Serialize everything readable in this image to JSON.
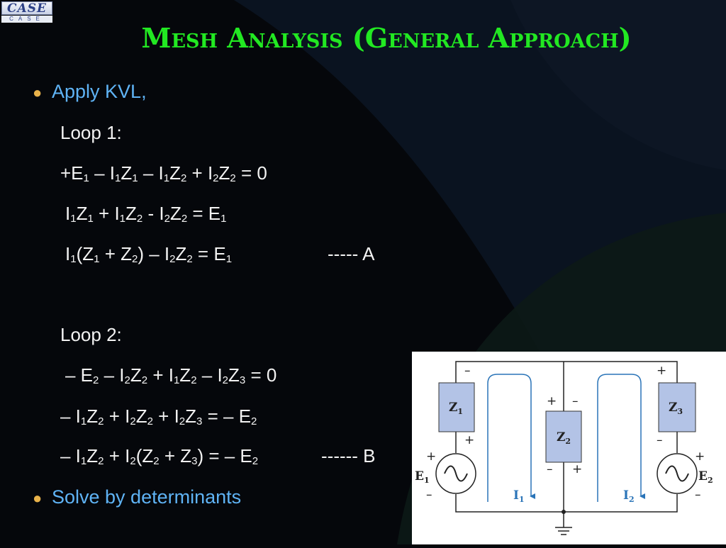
{
  "logo": {
    "main": "CASE",
    "sub": "CASE"
  },
  "title": "Mesh Analysis (General Approach)",
  "bullets": [
    {
      "text": "Apply KVL,"
    },
    {
      "text": "Solve by determinants"
    }
  ],
  "loop1": {
    "label": "Loop 1:",
    "eq1": {
      "a": "+E",
      "a1": "1",
      "b": " – I",
      "b1": "1",
      "c": "Z",
      "c1": "1",
      "d": " – I",
      "d1": "1",
      "e": "Z",
      "e1": "2",
      "f": " + I",
      "f1": "2",
      "g": "Z",
      "g1": "2",
      "h": " = 0"
    },
    "eq2": {
      "a": "I",
      "a1": "1",
      "b": "Z",
      "b1": "1",
      "c": " + I",
      "c1": "1",
      "d": "Z",
      "d1": "2",
      "e": " - I",
      "e1": "2",
      "f": "Z",
      "f1": "2",
      "g": " = E",
      "g1": "1"
    },
    "eq3": {
      "a": "I",
      "a1": "1",
      "b": "(Z",
      "b1": "1",
      "c": " + Z",
      "c1": "2",
      "d": ") – I",
      "d1": "2",
      "e": "Z",
      "e1": "2",
      "f": " = E",
      "f1": "1"
    },
    "tag": "----- A"
  },
  "loop2": {
    "label": "Loop 2:",
    "eq1": {
      "a": "– E",
      "a1": "2",
      "b": " – I",
      "b1": "2",
      "c": "Z",
      "c1": "2",
      "d": " + I",
      "d1": "1",
      "e": "Z",
      "e1": "2",
      "f": " – I",
      "f1": "2",
      "g": "Z",
      "g1": "3",
      "h": " = 0"
    },
    "eq2": {
      "a": "– I",
      "a1": "1",
      "b": "Z",
      "b1": "2",
      "c": " + I",
      "c1": "2",
      "d": "Z",
      "d1": "2",
      "e": " + I",
      "e1": "2",
      "f": "Z",
      "f1": "3",
      "g": " =  – E",
      "g1": "2"
    },
    "eq3": {
      "a": "– I",
      "a1": "1",
      "b": "Z",
      "b1": "2",
      "c": " + I",
      "c1": "2",
      "d": "(Z",
      "d1": "2",
      "e": " + Z",
      "e1": "3",
      "f": ") =  – E",
      "f1": "2"
    },
    "tag": "------ B"
  },
  "circuit": {
    "z1": "Z",
    "z1s": "1",
    "z2": "Z",
    "z2s": "2",
    "z3": "Z",
    "z3s": "3",
    "e1": "E",
    "e1s": "1",
    "e2": "E",
    "e2s": "2",
    "i1": "I",
    "i1s": "1",
    "i2": "I",
    "i2s": "2",
    "plus": "+",
    "minus": "–",
    "colors": {
      "box": "#b3c3e6",
      "loop": "#2a74b8"
    }
  }
}
